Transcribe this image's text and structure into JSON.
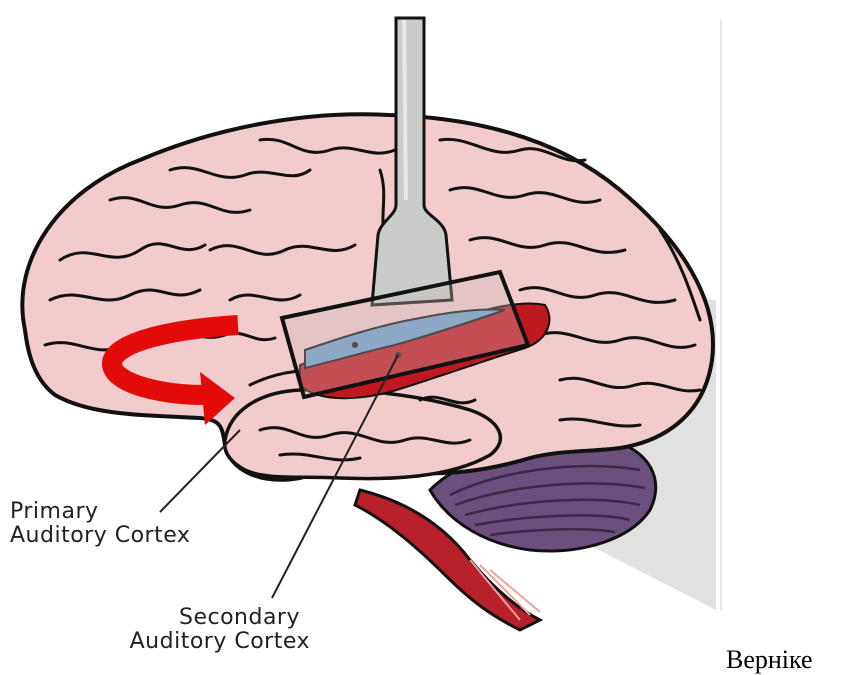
{
  "labels": {
    "primary_line1": "Primary",
    "primary_line2": "Auditory Cortex",
    "secondary_line1": "Secondary",
    "secondary_line2": "Auditory Cortex"
  },
  "caption": "Верніке",
  "colors": {
    "brain": "#f2cccc",
    "outline": "#111111",
    "primary_cortex": "#6d9ed0",
    "secondary_cortex": "#c01820",
    "arrow": "#e30a0a",
    "cerebellum": "#6b4f7c",
    "brainstem": "#b8202a",
    "probe": "#c9ccc8",
    "shadow": "#d9d9d9"
  }
}
